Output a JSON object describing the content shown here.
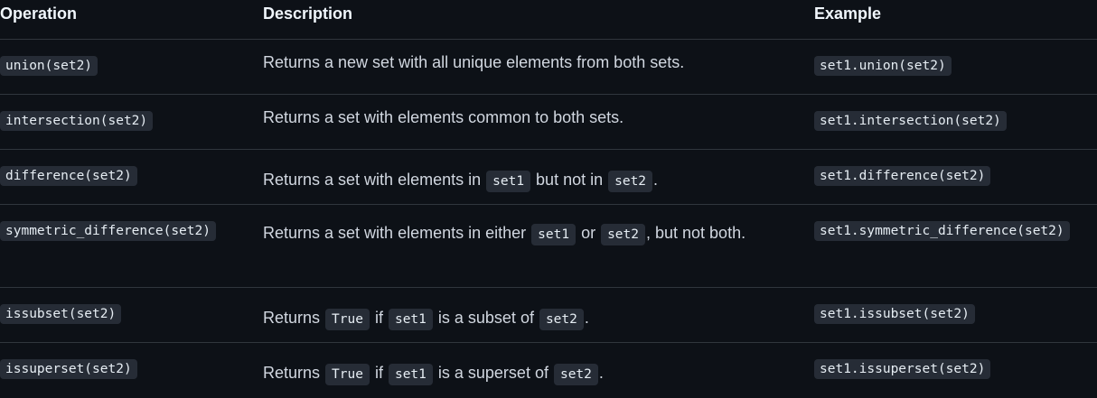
{
  "table": {
    "headers": {
      "operation": "Operation",
      "description": "Description",
      "example": "Example"
    },
    "rows": [
      {
        "operation": "union(set2)",
        "desc": [
          "Returns a new set with all unique elements from both sets."
        ],
        "example": "set1.union(set2)"
      },
      {
        "operation": "intersection(set2)",
        "desc": [
          "Returns a set with elements common to both sets."
        ],
        "example": "set1.intersection(set2)"
      },
      {
        "operation": "difference(set2)",
        "desc": [
          "Returns a set with elements in ",
          "set1",
          " but not in ",
          "set2",
          "."
        ],
        "example": "set1.difference(set2)"
      },
      {
        "operation": "symmetric_difference(set2)",
        "desc": [
          "Returns a set with elements in either ",
          "set1",
          " or ",
          "set2",
          ", but not both."
        ],
        "example": "set1.symmetric_difference(set2)"
      },
      {
        "operation": "issubset(set2)",
        "desc": [
          "Returns ",
          "True",
          " if ",
          "set1",
          " is a subset of ",
          "set2",
          "."
        ],
        "example": "set1.issubset(set2)"
      },
      {
        "operation": "issuperset(set2)",
        "desc": [
          "Returns ",
          "True",
          " if ",
          "set1",
          " is a superset of ",
          "set2",
          "."
        ],
        "example": "set1.issuperset(set2)"
      }
    ]
  }
}
